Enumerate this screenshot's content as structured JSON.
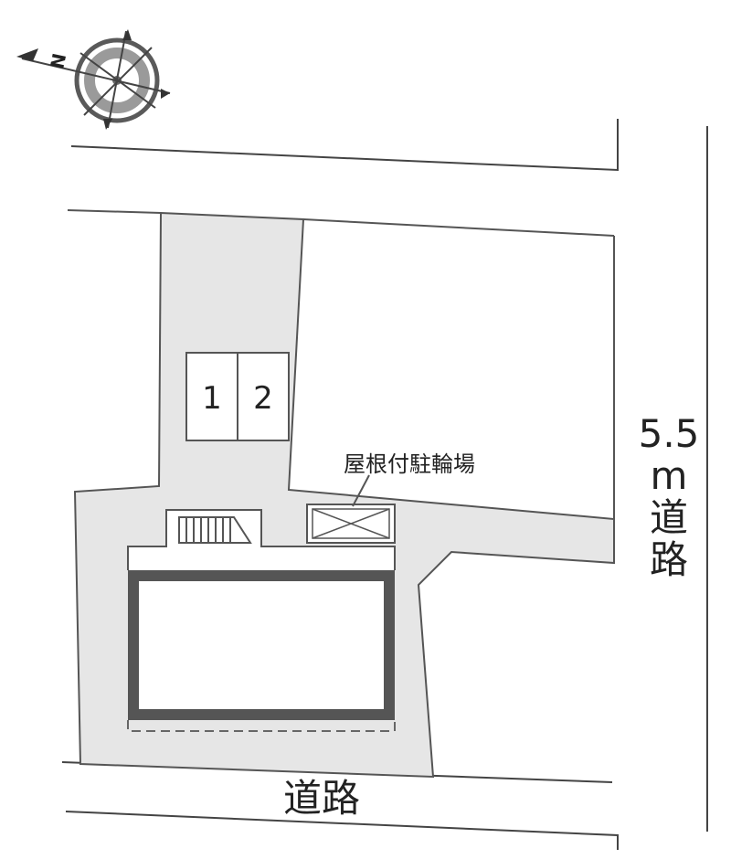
{
  "compass": {
    "north_label": "N",
    "icon": "compass-rose-icon"
  },
  "parking": {
    "spaces": [
      {
        "label": "1"
      },
      {
        "label": "2"
      }
    ]
  },
  "bike_parking": {
    "label": "屋根付駐輪場",
    "icon": "bicycle-shelter-x-icon"
  },
  "roads": {
    "bottom_label": "道路",
    "right_width": "5.5",
    "right_unit": "m",
    "right_label_1": "道",
    "right_label_2": "路"
  },
  "colors": {
    "site": "#e6e6e6",
    "outline": "#444444",
    "building_wall": "#555555",
    "text": "#222222"
  }
}
